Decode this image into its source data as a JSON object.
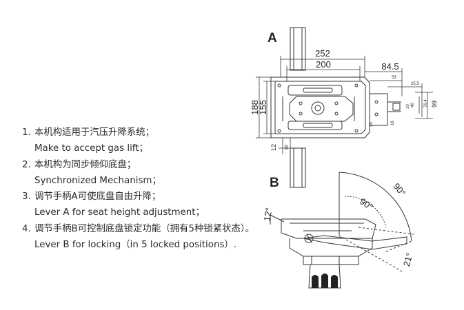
{
  "figure_labels": {
    "a": "A",
    "b": "B"
  },
  "notes": [
    {
      "num": "1.",
      "zh": "本机构适用于汽压升降系统；",
      "en": "Make to accept gas lift；"
    },
    {
      "num": "2.",
      "zh": "本机构为同步倾仰底盘；",
      "en": "Synchronized Mechanism；"
    },
    {
      "num": "3.",
      "zh": "调节手柄A可使底盘自由升降；",
      "en": "Lever A for seat height adjustment；"
    },
    {
      "num": "4.",
      "zh": "调节手柄B可控制底盘锁定功能（拥有5种锁紧状态）。",
      "en": "Lever B for locking（in 5 locked positions）."
    }
  ],
  "dimensions_top": {
    "w252": "252",
    "w200": "200",
    "w84_5": "84.5",
    "h188": "188",
    "h155": "155",
    "d12": "12",
    "d9": "9",
    "s53": "53",
    "s25_5": "25.5",
    "s99": "99",
    "s70_4": "70.4",
    "s40": "40",
    "s10": "10",
    "s16": "16",
    "s35": "35"
  },
  "dimensions_side": {
    "a90_outer": "90°",
    "a90_inner": "90°",
    "a12": "12°",
    "a21": "21°"
  }
}
